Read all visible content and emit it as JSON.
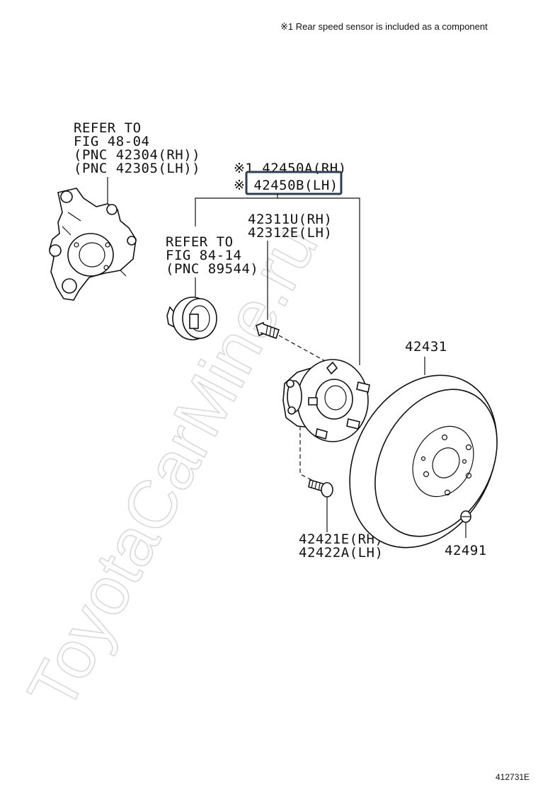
{
  "note": "※1 Rear speed sensor is included as a component",
  "watermark": "ToyotaCarMine.ru",
  "figure_code": "412731E",
  "knuckle_ref": {
    "line1": "REFER TO",
    "line2": "FIG 48-04",
    "line3": "(PNC 42304(RH))",
    "line4": "(PNC 42305(LH))"
  },
  "sensor_ref": {
    "line1": "REFER TO",
    "line2": "FIG 84-14",
    "line3": "(PNC 89544)"
  },
  "hub_assembly": {
    "rh": "※1 42450A(RH)",
    "lh": "※ 42450B(LH)",
    "highlight_color": "#2e3e4f"
  },
  "hub_bolt": {
    "rh": "42311U(RH)",
    "lh": "42312E(LH)"
  },
  "disc": {
    "label": "42431"
  },
  "mounting_bolt": {
    "rh": "42421E(RH)",
    "lh": "42422A(LH)"
  },
  "disc_screw": {
    "label": "42491"
  }
}
